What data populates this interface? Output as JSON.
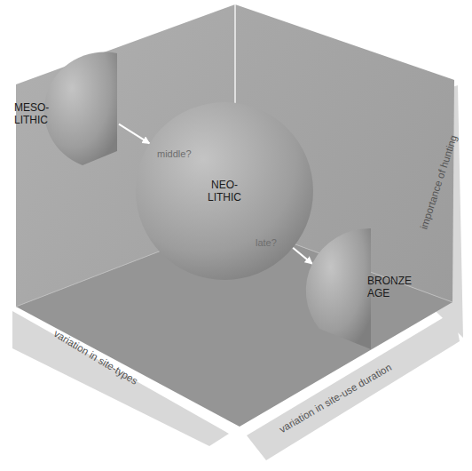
{
  "diagram": {
    "nodes": [
      {
        "text": [
          "MESO- LITHIC"
        ]
      },
      {
        "text": [
          "NEO- LITHIC"
        ]
      },
      {
        "text": [
          "BRONZE AGE"
        ]
      }
    ],
    "edges": [
      {
        "from": 0,
        "to": 1,
        "arrow": "to",
        "label": "middle?"
      },
      {
        "from": 1,
        "to": 2,
        "arrow": "to",
        "label": "late?"
      }
    ],
    "labels": [
      "variation in site-types",
      "variation in site-use duration",
      "importance of hunting"
    ]
  }
}
